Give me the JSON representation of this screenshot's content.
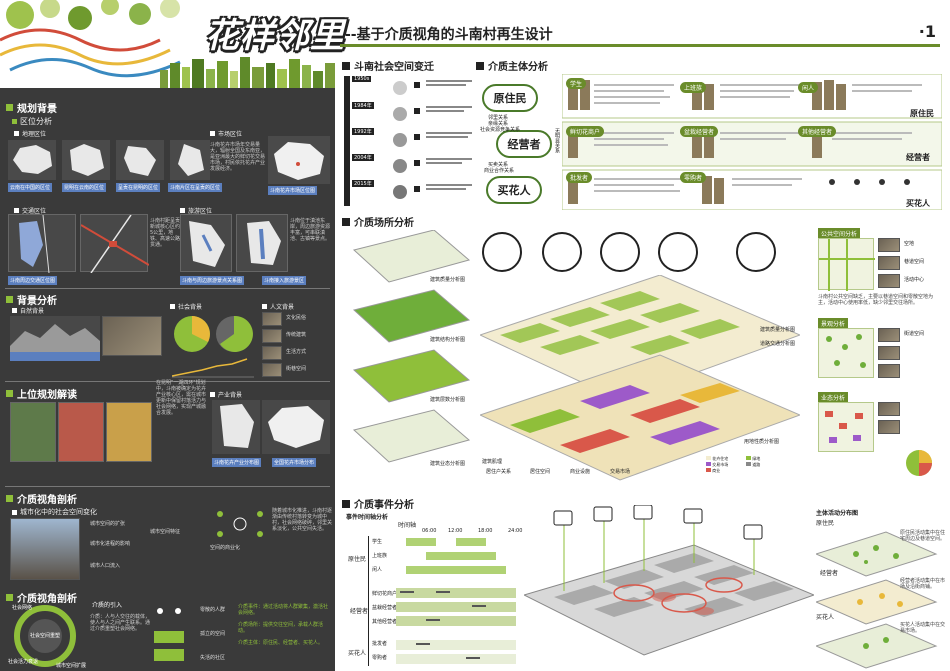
{
  "header": {
    "title": "花样邻里",
    "subtitle": "--基于介质视角的斗南村再生设计",
    "page_number": "1"
  },
  "left": {
    "planning_background": "规划背景",
    "location_analysis": "区位分析",
    "geo_location": "地理区位",
    "market_location": "市场区位",
    "geo_captions": [
      "云南在中国的区位",
      "昆明在云南的区位",
      "呈贡在昆明的区位",
      "斗南片区在呈贡的区位"
    ],
    "market_caption": "斗南花卉市场区位图",
    "market_text": "斗南花卉市场年交易量大，辐射全国及东南亚，是亚洲最大的鲜切花交易市场，村民依托花卉产业发展经济。",
    "traffic_location": "交通区位",
    "tourism_location": "旅游区位",
    "traffic_caption": "斗南周边交通区位图",
    "tourism_caption_a": "斗南与周边旅游景点关系图",
    "tourism_caption_b": "斗南接入旅游景区",
    "background_analysis": "背景分析",
    "natural_background": "自然背景",
    "social_background": "社会背景",
    "human_background": "人文背景",
    "human_items": [
      "文化民俗",
      "传统建筑",
      "生活方式",
      "街巷空间"
    ],
    "upper_planning": "上位规划解读",
    "industry_location": "产业背景",
    "industry_caption_a": "斗南花卉产业分布图",
    "industry_caption_b": "全国花卉市场分布",
    "medium_anatomy": "介质视角剖析",
    "urban_change": "城市化中的社会空间变化",
    "urban_labels": [
      "城市空间的扩张",
      "城市化进程的影响",
      "城市人口流入",
      "城市空间特征",
      "空间的商业化"
    ],
    "medium_analysis": "介质视角剖析",
    "medium_circle": [
      "社会网络",
      "社会空间重塑",
      "社会活力衰退",
      "城市空间扩展"
    ],
    "medium_people": "介质的引入",
    "medium_right": [
      "零散的人群",
      "孤立的空间",
      "失活的社区"
    ]
  },
  "social_change": {
    "title": "斗南社会空间变迁",
    "years": [
      "1950s",
      "1984年",
      "1992年",
      "2004年",
      "2015年"
    ]
  },
  "subject": {
    "title": "介质主体分析",
    "bubbles": [
      "原住民",
      "经营者",
      "买花人"
    ],
    "relations_a": [
      "邻里关系",
      "亲缘关系",
      "社会资源竞争关系"
    ],
    "relations_b": [
      "买卖关系",
      "商业合作关系"
    ],
    "mid_relation": "无明显关系",
    "roles": [
      "学生",
      "上班族",
      "闲人",
      "鲜切花商户",
      "盆栽经营者",
      "其他经营者",
      "批发者",
      "零购者"
    ],
    "labels_right": [
      "原住民",
      "经营者",
      "买花人"
    ]
  },
  "place": {
    "title": "介质场所分析",
    "map_labels": [
      "建筑质量分析图",
      "建筑结构分析图",
      "建筑层数分析图",
      "建筑业态分析图"
    ],
    "iso_labels": [
      "建筑肌理",
      "用地性质分析图",
      "道路交通分析图",
      "建筑质量分析图"
    ],
    "legend_items": [
      "花卉住宅",
      "交易市场",
      "商业",
      "绿地",
      "道路"
    ],
    "right_titles": [
      "公共空间分析",
      "景观分析",
      "业态分析"
    ],
    "right_items": [
      "空地",
      "巷道空间",
      "活动中心",
      "街道空间"
    ],
    "bottom_left": [
      "居住户关系",
      "居住空间",
      "商业设施",
      "交易市场"
    ]
  },
  "event": {
    "title": "介质事件分析",
    "timeline_title": "事件时间轴分析",
    "time_axis": "时间轴",
    "times": [
      "06:00",
      "12:00",
      "18:00",
      "24:00"
    ],
    "groups": [
      "原住民",
      "经营者",
      "买花人"
    ],
    "roles": [
      "学生",
      "上班族",
      "闲人",
      "鲜切花商户",
      "盆栽经营者",
      "其他经营者",
      "批发者",
      "零购者"
    ],
    "right_title": "主体活动分布图",
    "right_groups": [
      "原住民",
      "经营者",
      "买花人"
    ]
  }
}
